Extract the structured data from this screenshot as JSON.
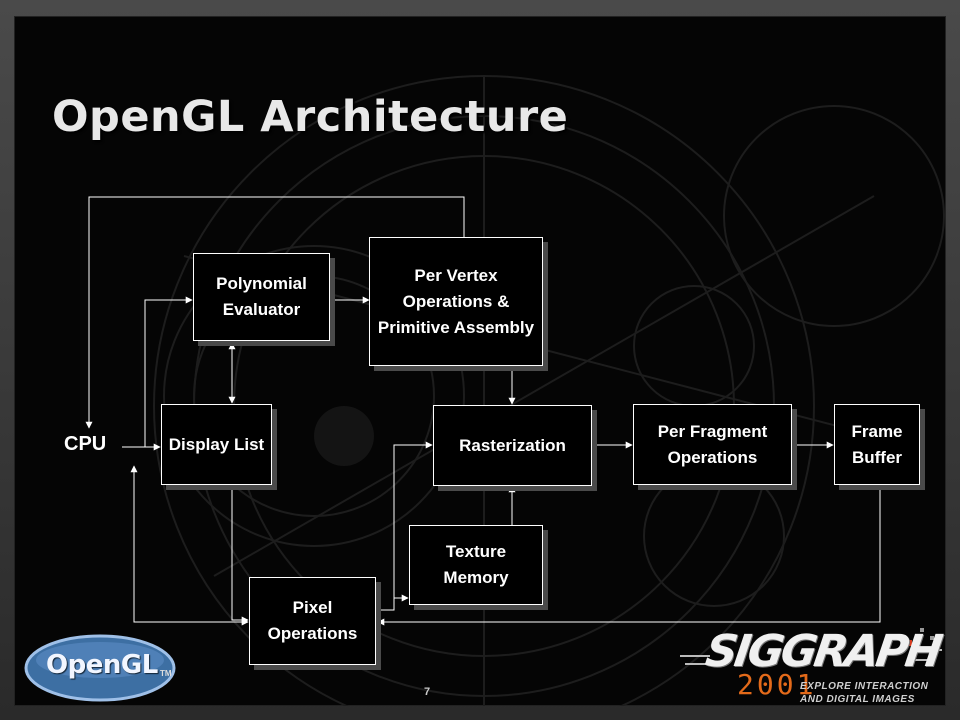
{
  "slide": {
    "title": "OpenGL Architecture",
    "page_number": "7"
  },
  "diagram": {
    "cpu_label": "CPU",
    "boxes": {
      "polynomial_evaluator": "Polynomial Evaluator",
      "per_vertex": "Per Vertex Operations & Primitive Assembly",
      "display_list": "Display List",
      "rasterization": "Rasterization",
      "per_fragment": "Per Fragment Operations",
      "frame_buffer": "Frame Buffer",
      "texture_memory": "Texture Memory",
      "pixel_operations": "Pixel Operations"
    }
  },
  "logos": {
    "opengl": "OpenGL",
    "opengl_tm": "TM",
    "siggraph": "SIGGRAPH",
    "siggraph_year": "2001",
    "siggraph_tagline_1": "EXPLORE INTERACTION",
    "siggraph_tagline_2": "AND DIGITAL IMAGES"
  },
  "colors": {
    "background": "#050505",
    "box_border": "#ffffff",
    "box_shadow": "#4a4a4a",
    "siggraph_year": "#e36a1a",
    "opengl_logo": "#3d6fa3"
  }
}
